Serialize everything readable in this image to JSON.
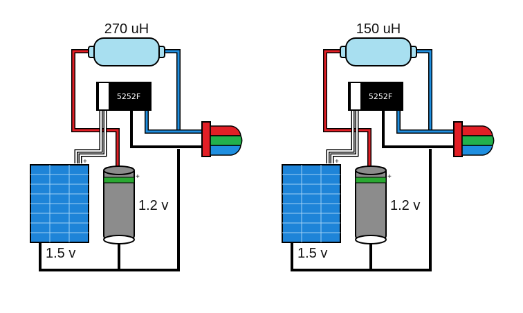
{
  "circuits": [
    {
      "inductor_label": "270 uH",
      "chip_label": "5252F",
      "battery_voltage": "1.2 v",
      "battery_polarity": "+",
      "solar_voltage": "1.5 v",
      "solar_polarity": "+"
    },
    {
      "inductor_label": "150 uH",
      "chip_label": "5252F",
      "battery_voltage": "1.2 v",
      "battery_polarity": "+",
      "solar_voltage": "1.5 v",
      "solar_polarity": "+"
    }
  ],
  "colors": {
    "wire_red": "#e21f26",
    "wire_blue": "#1f8fe0",
    "wire_black": "#000000",
    "wire_white": "#ffffff",
    "inductor_fill": "#a8dff0",
    "solar_fill": "#1e84d8",
    "battery_fill": "#8c8c8c",
    "battery_band": "#2aa832",
    "chip_fill": "#000000",
    "led_red": "#e21f26",
    "led_green": "#22b14c",
    "led_blue": "#1f8fe0"
  }
}
